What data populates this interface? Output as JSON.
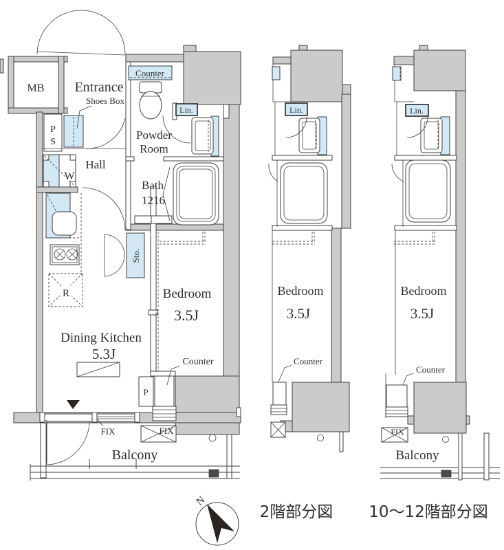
{
  "colors": {
    "wall": "#cbcbcb",
    "fixture": "#d2e8f5",
    "line": "#3f3f3f",
    "text": "#2f2f2f",
    "needle": "#2b2421"
  },
  "main_plan": {
    "rooms": {
      "mb": "MB",
      "entrance": "Entrance",
      "shoes_box": "Shoes Box",
      "ps_p": "P",
      "ps_s": "S",
      "washer": "W",
      "hall": "Hall",
      "toilet_counter": "Counter",
      "powder_line1": "Powder",
      "powder_line2": "Room",
      "linen": "Lin.",
      "bath": "Bath",
      "bath_size": "1216",
      "storage": "Sto.",
      "bedroom": "Bedroom",
      "bedroom_size": "3.5J",
      "dining": "Dining Kitchen",
      "dining_size": "5.3J",
      "fridge": "R",
      "pillar": "P",
      "counter": "Counter",
      "fix1": "FIX",
      "fix2": "FIX",
      "balcony": "Balcony"
    }
  },
  "middle_plan": {
    "rooms": {
      "linen": "Lin.",
      "bedroom": "Bedroom",
      "bedroom_size": "3.5J",
      "counter": "Counter"
    }
  },
  "right_plan": {
    "rooms": {
      "linen": "Lin.",
      "bedroom": "Bedroom",
      "bedroom_size": "3.5J",
      "counter": "Counter",
      "fix": "FIX",
      "balcony": "Balcony"
    }
  },
  "compass": {
    "north": "N"
  },
  "captions": {
    "left": "2階部分図",
    "right": "10〜12階部分図"
  }
}
